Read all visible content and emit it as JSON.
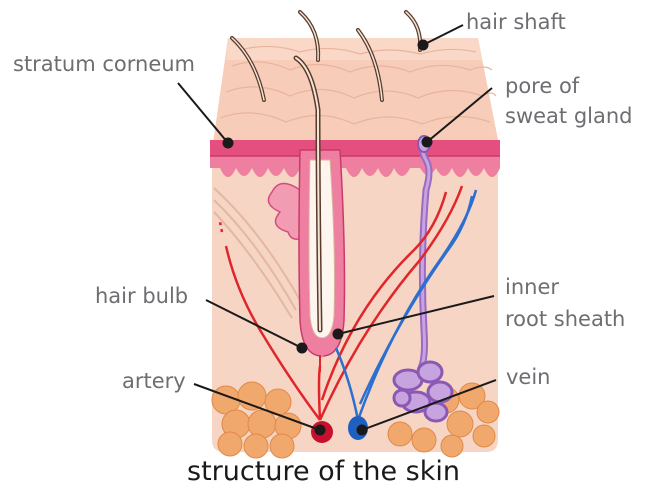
{
  "labels": {
    "hair_shaft": "hair shaft",
    "stratum_corneum": "stratum corneum",
    "pore_of_sweat_gland": [
      "pore of",
      "sweat gland"
    ],
    "hair_bulb": "hair bulb",
    "inner_root_sheath": [
      "inner",
      "root sheath"
    ],
    "artery": "artery",
    "vein": "vein"
  },
  "caption": "structure of the skin",
  "colors": {
    "epidermis": "#f6c9b6",
    "dermis": "#f4d3c3",
    "stratum_band": "#e0457a",
    "artery": "#e0262a",
    "vein": "#2b6fd0",
    "sweat_gland": "#9b6bc2",
    "fat": "#f0a56a",
    "label_text": "#6d6e71"
  }
}
